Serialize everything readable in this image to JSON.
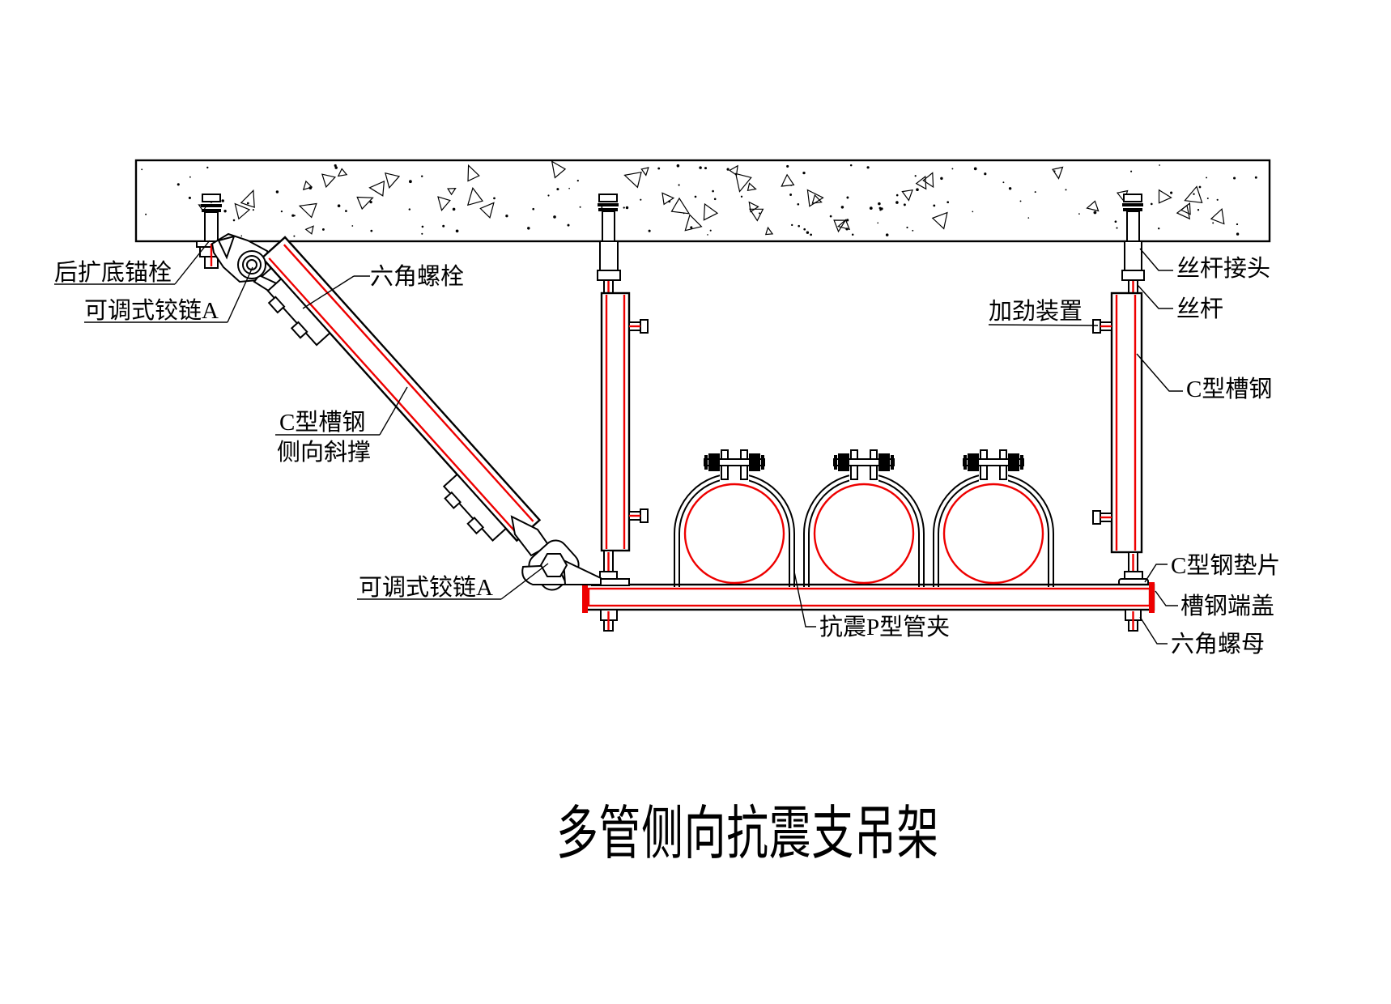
{
  "title": "多管侧向抗震支吊架",
  "labels": {
    "anchor_bolt": "后扩底锚栓",
    "adjustable_hinge_a_top": "可调式铰链A",
    "hex_bolt": "六角螺栓",
    "c_channel_brace_line1": "C型槽钢",
    "c_channel_brace_line2": "侧向斜撑",
    "adjustable_hinge_a_bottom": "可调式铰链A",
    "seismic_p_clamp": "抗震P型管夹",
    "rod_coupler": "丝杆接头",
    "threaded_rod": "丝杆",
    "stiffener_device": "加劲装置",
    "c_channel_right": "C型槽钢",
    "c_steel_washer": "C型钢垫片",
    "channel_end_cap": "槽钢端盖",
    "hex_nut": "六角螺母"
  },
  "colors": {
    "line": "#000000",
    "highlight_red": "#ee0000",
    "background": "#ffffff"
  }
}
